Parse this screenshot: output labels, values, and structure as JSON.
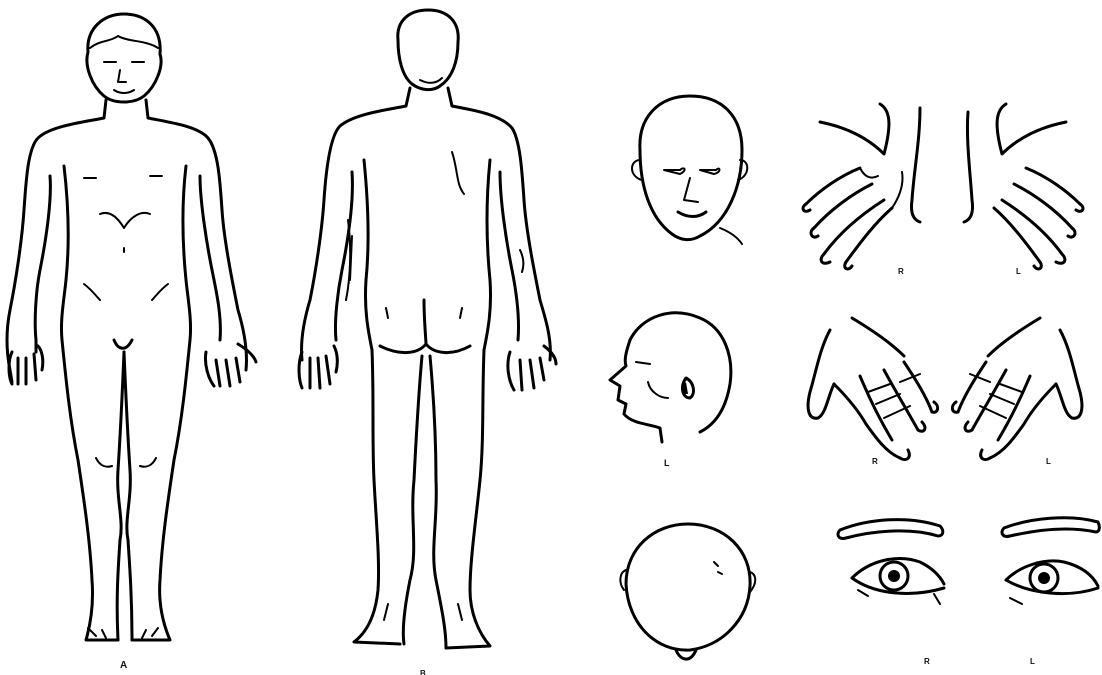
{
  "labels": {
    "front_body": "A",
    "back_body": "B",
    "head_side": "L",
    "hand_back_right": "R",
    "hand_back_left": "L",
    "hand_palm_right": "R",
    "hand_palm_left": "L",
    "eye_right": "R",
    "eye_left": "L"
  }
}
